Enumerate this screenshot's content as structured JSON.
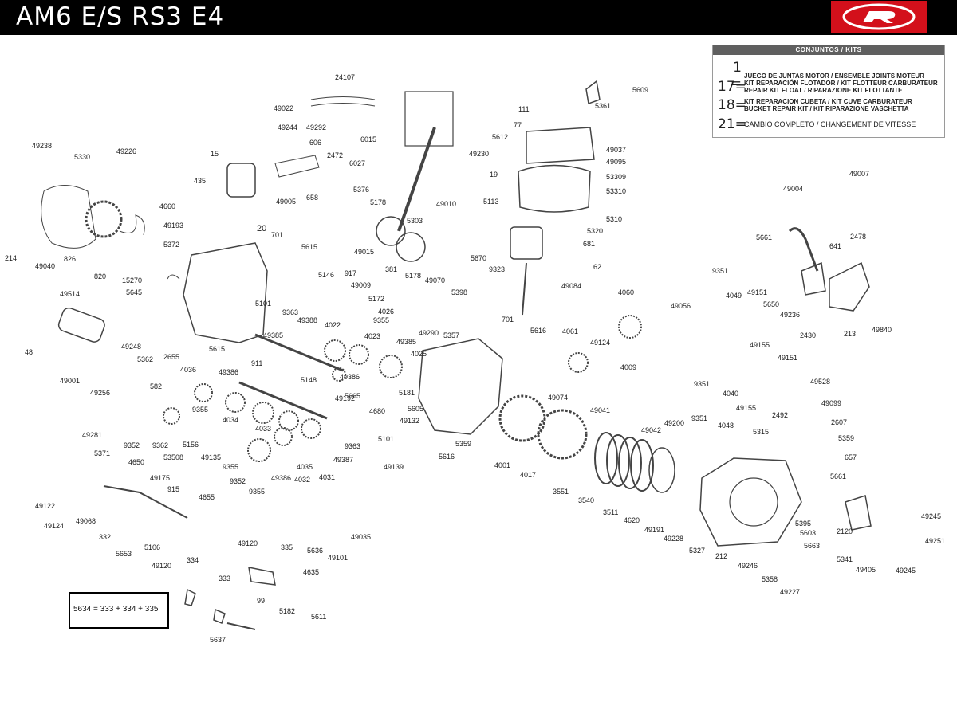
{
  "title": "AM6 E/S RS3 E4",
  "logo_color": "#d3101b",
  "kits": {
    "heading": "CONJUNTOS / KITS",
    "rows": [
      {
        "num": "1 =",
        "l1": "JUEGO DE JUNTAS MOTOR / ENSEMBLE JOINTS MOTEUR",
        "l2": ""
      },
      {
        "num": "17=",
        "l1": "KIT REPARACIÓN FLOTADOR / KIT FLOTTEUR CARBURATEUR",
        "l2": "REPAIR KIT FLOAT / RIPARAZIONE KIT FLOTTANTE"
      },
      {
        "num": "18=",
        "l1": "KIT REPARACION CUBETA / KIT CUVE CARBURATEUR",
        "l2": "BUCKET REPAIR KIT / KIT RIPARAZIONE VASCHETTA"
      },
      {
        "num": "21=",
        "l1": "CAMBIO COMPLETO / CHANGEMENT DE VITESSE",
        "l2": ""
      }
    ]
  },
  "formula": "5634 = 333 + 334 + 335",
  "diagram": {
    "part_numbers": [
      "24107",
      "49022",
      "5609",
      "5361",
      "49244",
      "49292",
      "6015",
      "111",
      "77",
      "5612",
      "49037",
      "49095",
      "49230",
      "53309",
      "53310",
      "49238",
      "5330",
      "49226",
      "15",
      "606",
      "2472",
      "6027",
      "19",
      "49007",
      "49004",
      "435",
      "5376",
      "5178",
      "49010",
      "5113",
      "5310",
      "4660",
      "49005",
      "658",
      "5320",
      "681",
      "5661",
      "2478",
      "49193",
      "20",
      "701",
      "5303",
      "5372",
      "5615",
      "49015",
      "5670",
      "641",
      "214",
      "49040",
      "826",
      "820",
      "381",
      "5178",
      "49070",
      "9323",
      "62",
      "9351",
      "4049",
      "49151",
      "5650",
      "5398",
      "917",
      "5146",
      "15270",
      "49009",
      "49084",
      "49236",
      "2430",
      "213",
      "49840",
      "5645",
      "49514",
      "5172",
      "9363",
      "5101",
      "4060",
      "49056",
      "4026",
      "49388",
      "4022",
      "9355",
      "49290",
      "5357",
      "701",
      "5616",
      "4061",
      "49124",
      "49385",
      "4023",
      "49248",
      "5362",
      "2655",
      "5615",
      "49385",
      "48",
      "49155",
      "911",
      "4025",
      "4009",
      "49151",
      "4036",
      "49386",
      "49386",
      "5148",
      "9351",
      "4040",
      "49528",
      "49001",
      "49256",
      "5181",
      "582",
      "49074",
      "5665",
      "5605",
      "49192",
      "49041",
      "49099",
      "4680",
      "9355",
      "4034",
      "49132",
      "49155",
      "2492",
      "2607",
      "9362",
      "5156",
      "53508",
      "49135",
      "9355",
      "4033",
      "9363",
      "5101",
      "5616",
      "5359",
      "4001",
      "4017",
      "49200",
      "9351",
      "4048",
      "49042",
      "5315",
      "5359",
      "657",
      "49387",
      "4035",
      "4031",
      "49139",
      "49281",
      "5371",
      "9352",
      "4650",
      "49175",
      "915",
      "4655",
      "9352",
      "49386",
      "4032",
      "9355",
      "3551",
      "3540",
      "5661",
      "49122",
      "49068",
      "49124",
      "332",
      "5653",
      "5106",
      "49120",
      "49120",
      "335",
      "5636",
      "49101",
      "49035",
      "3511",
      "4620",
      "49191",
      "49228",
      "5327",
      "212",
      "5395",
      "5603",
      "5663",
      "5341",
      "2120",
      "49245",
      "49251",
      "49405",
      "49245",
      "49246",
      "5358",
      "49227",
      "4635",
      "334",
      "333",
      "99",
      "5182",
      "5611",
      "5637"
    ]
  }
}
